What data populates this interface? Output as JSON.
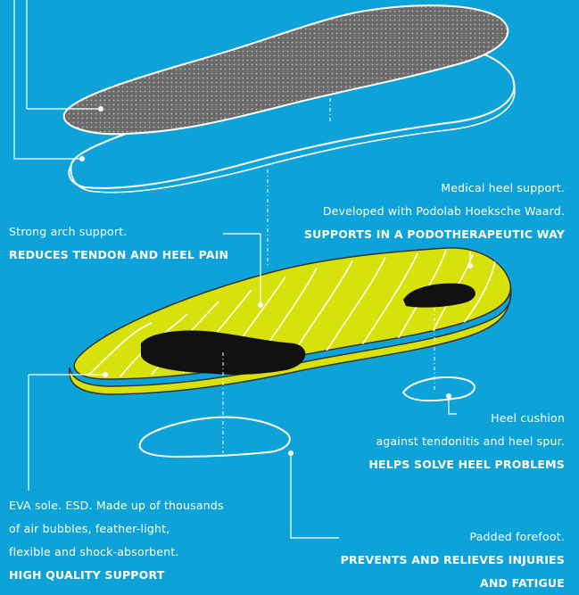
{
  "colors": {
    "background": "#0da3d8",
    "lines": "#ffffff",
    "mesh": "#6b6b6b",
    "arch": "#d7e10a",
    "pad": "#111111"
  },
  "callouts": {
    "arch": {
      "line1": "Strong arch support.",
      "line2": "REDUCES TENDON AND HEEL PAIN"
    },
    "heel_support": {
      "line1": "Medical heel support.",
      "line2": "Developed with Podolab Hoeksche Waard.",
      "line3": "SUPPORTS IN A PODOTHERAPEUTIC WAY"
    },
    "heel_cushion": {
      "line1": "Heel cushion",
      "line2": "against tendonitis and heel spur.",
      "line3": "HELPS SOLVE HEEL PROBLEMS"
    },
    "eva_sole": {
      "line1": "EVA sole. ESD. Made up of thousands",
      "line2": "of air bubbles, feather-light,",
      "line3": "flexible and shock-absorbent.",
      "line4": "HIGH QUALITY SUPPORT"
    },
    "forefoot": {
      "line1": "Padded forefoot.",
      "line2": "PREVENTS AND RELIEVES INJURIES",
      "line3": "AND FATIGUE"
    }
  }
}
